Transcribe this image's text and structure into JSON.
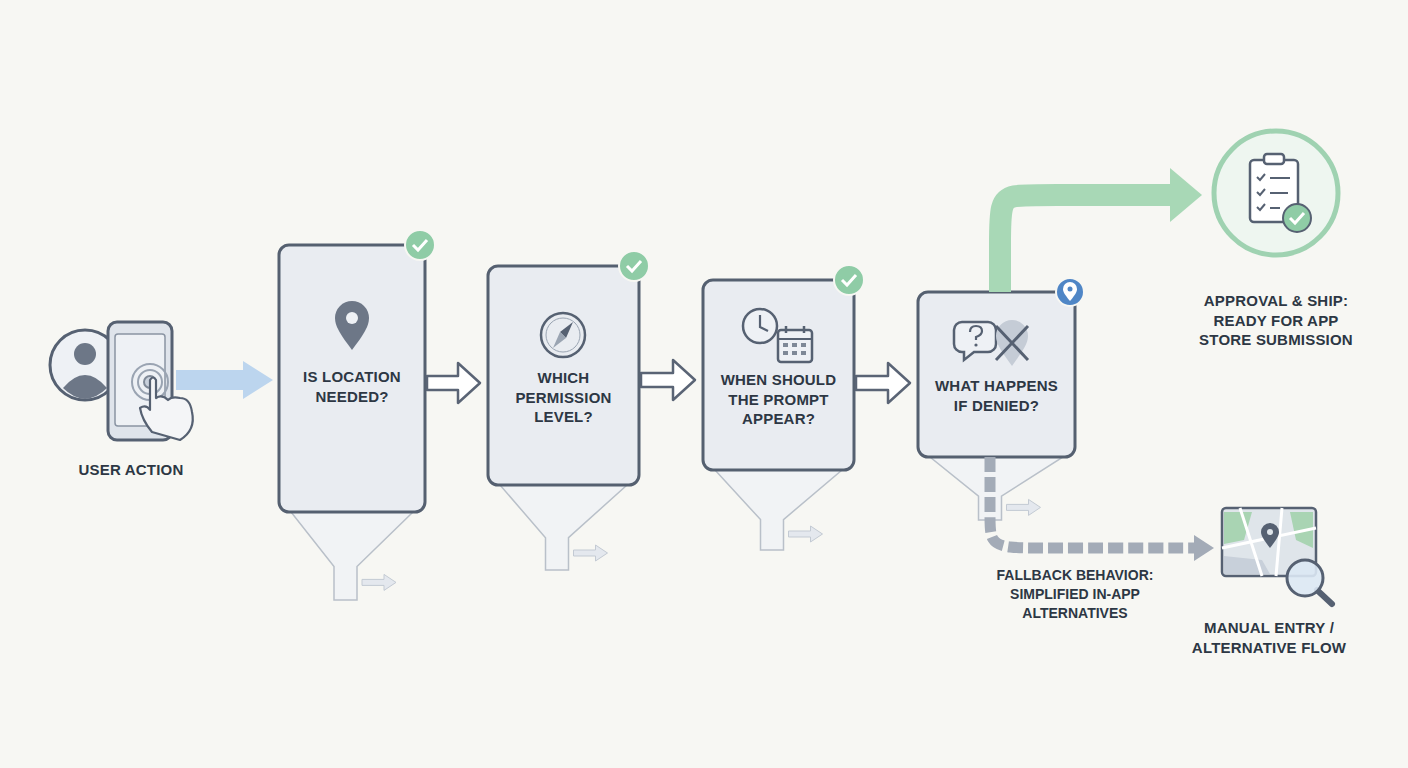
{
  "diagram": {
    "nodes": [
      {
        "text": [
          "USER ACTION"
        ]
      },
      {
        "text": [
          "IS LOCATION NEEDED?"
        ]
      },
      {
        "text": [
          "WHICH PERMISSION LEVEL?"
        ]
      },
      {
        "text": [
          "WHEN SHOULD THE PROMPT APPEAR?"
        ]
      },
      {
        "text": [
          "WHAT HAPPENS IF DENIED?"
        ]
      },
      {
        "text": [
          "APPROVAL & SHIP: READY FOR APP STORE SUBMISSION"
        ]
      },
      {
        "text": [
          "MANUAL ENTRY / ALTERNATIVE FLOW"
        ]
      }
    ],
    "edges": [
      {
        "from": 0,
        "to": 1,
        "arrow": "to"
      },
      {
        "from": 1,
        "to": 2,
        "arrow": "to"
      },
      {
        "from": 2,
        "to": 3,
        "arrow": "to"
      },
      {
        "from": 3,
        "to": 4,
        "arrow": "to"
      },
      {
        "from": 4,
        "to": 5,
        "arrow": "to"
      },
      {
        "from": 4,
        "to": 6,
        "arrow": "to",
        "label": "FALLBACK BEHAVIOR: SIMPLIFIED IN-APP ALTERNATIVES"
      }
    ]
  }
}
